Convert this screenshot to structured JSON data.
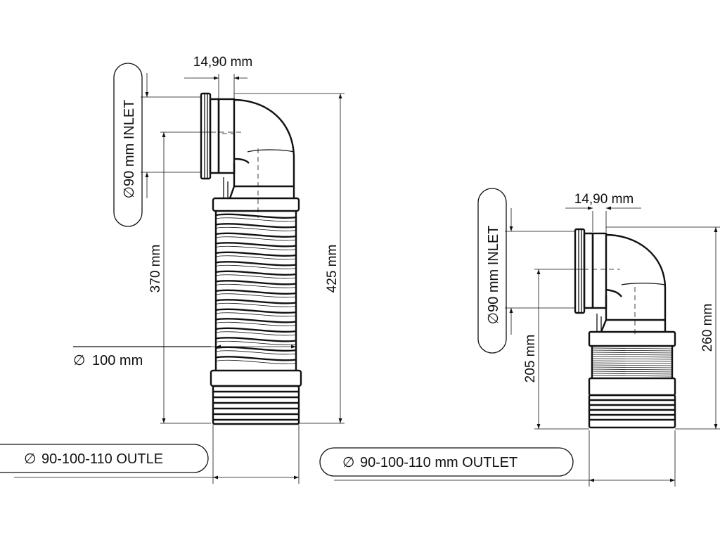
{
  "left_fitting": {
    "width_dim": "14,90 mm",
    "inlet_label": "90 mm INLET",
    "inner_height_dim": "370 mm",
    "total_height_dim": "425 mm",
    "pipe_diameter": "100 mm",
    "outlet_label": "90-100-110 OUTLE"
  },
  "right_fitting": {
    "width_dim": "14,90 mm",
    "inlet_label": "90 mm INLET",
    "inner_height_dim": "205 mm",
    "total_height_dim": "260 mm",
    "outlet_label": "90-100-110 mm OUTLET"
  },
  "symbols": {
    "diameter": "∅"
  }
}
